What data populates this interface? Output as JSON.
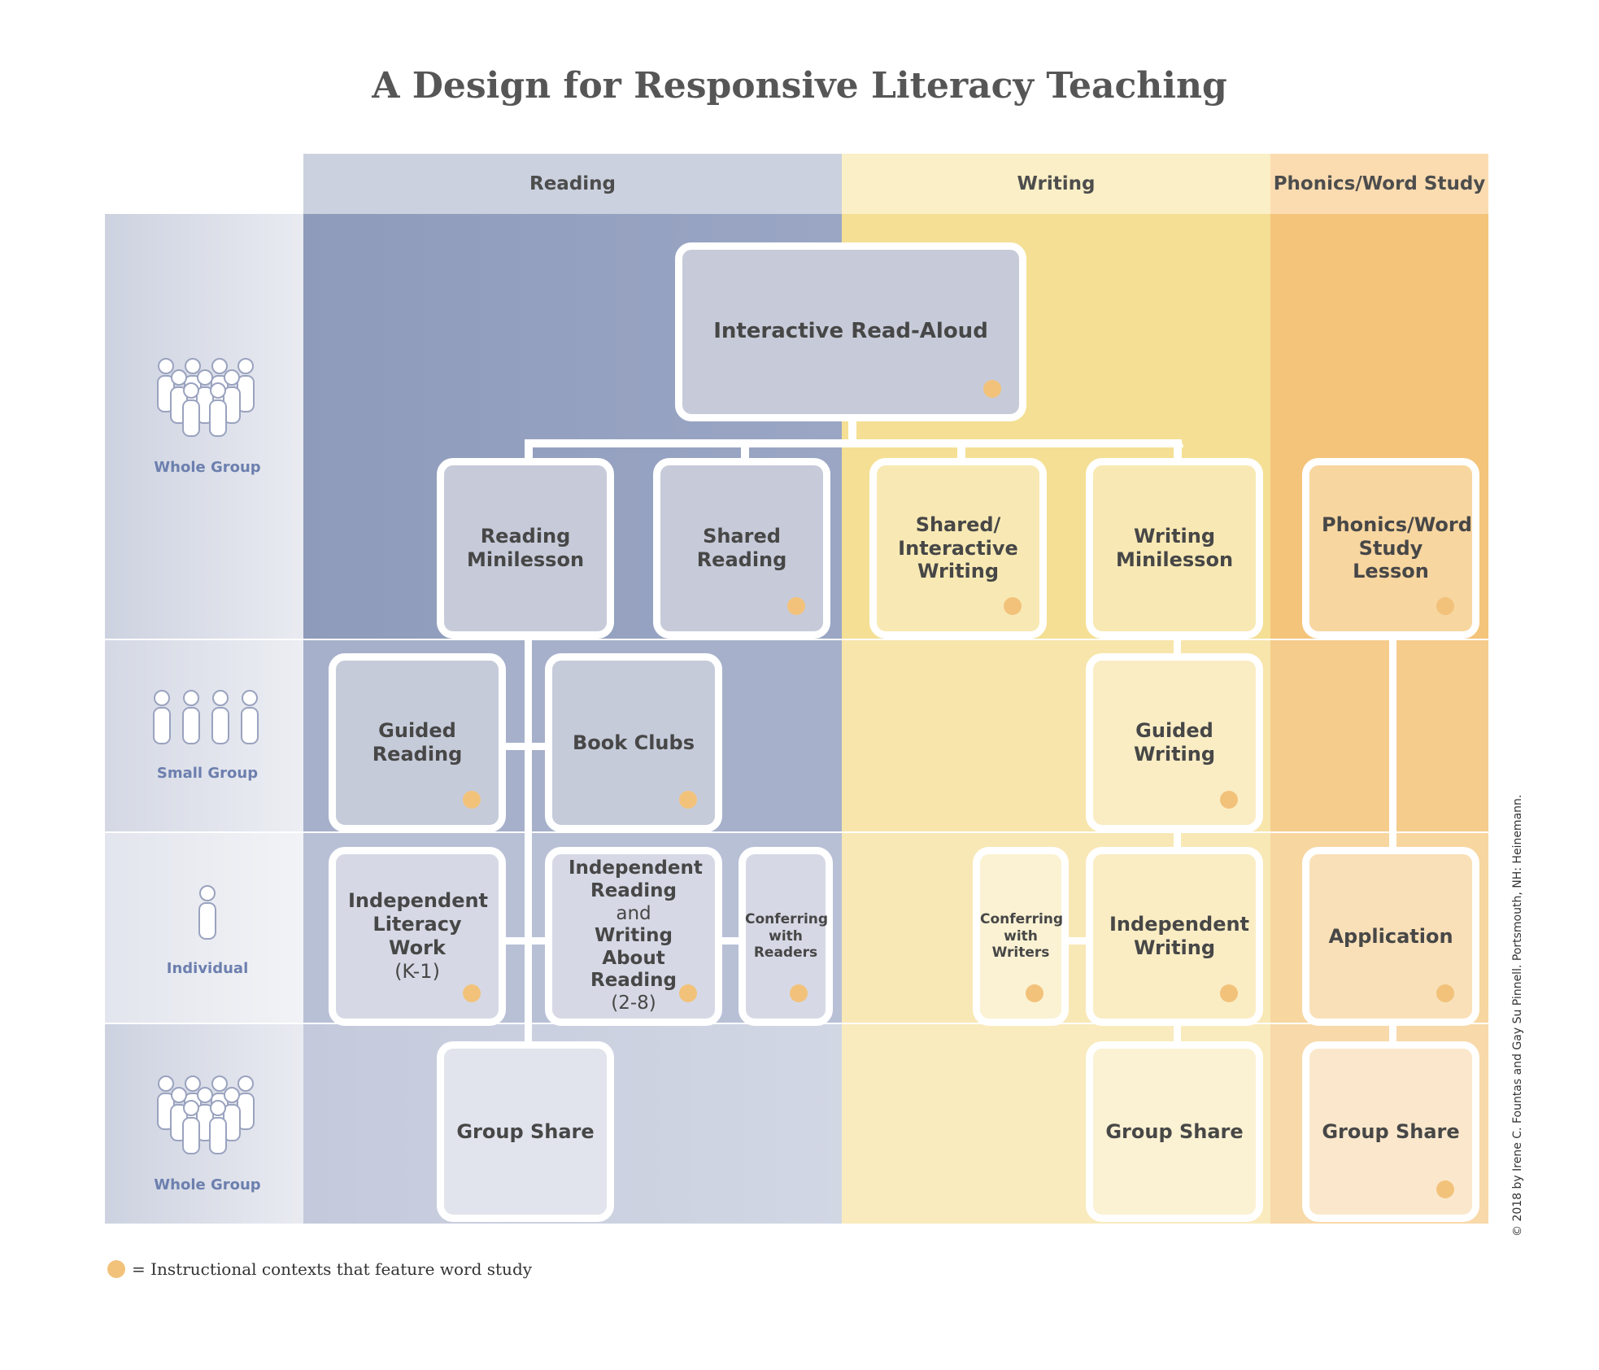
{
  "title": "A Design for Responsive Literacy Teaching",
  "columns": {
    "reading": "Reading",
    "writing": "Writing",
    "phonics": "Phonics/Word Study"
  },
  "rows": {
    "whole_group_top": "Whole Group",
    "small_group": "Small Group",
    "individual": "Individual",
    "whole_group_bottom": "Whole Group"
  },
  "cards": {
    "read_aloud": "Interactive Read-Aloud",
    "reading_minilesson": "Reading Minilesson",
    "shared_reading": "Shared Reading",
    "shared_writing": "Shared/ Interactive Writing",
    "writing_minilesson": "Writing Minilesson",
    "phonics_lesson": "Phonics/Word Study Lesson",
    "guided_reading": "Guided Reading",
    "book_clubs": "Book Clubs",
    "guided_writing": "Guided Writing",
    "independent_literacy_work": "Independent Literacy Work",
    "independent_literacy_work_grades": "(K-1)",
    "independent_reading": "Independent Reading",
    "independent_reading_and": "and",
    "writing_about_reading": "Writing About Reading",
    "independent_reading_grades": "(2-8)",
    "conferring_readers": "Conferring with Readers",
    "conferring_writers": "Conferring with Writers",
    "independent_writing": "Independent Writing",
    "application": "Application",
    "group_share_reading": "Group Share",
    "group_share_writing": "Group Share",
    "group_share_phonics": "Group Share"
  },
  "legend": "= Instructional contexts that feature word study",
  "copyright": "© 2018 by Irene C. Fountas and Gay Su Pinnell. Portsmouth, NH: Heinemann.",
  "colors": {
    "reading": "#939fbe",
    "writing": "#f4df94",
    "phonics": "#f4c47a",
    "word_study_dot": "#f2c27b"
  }
}
